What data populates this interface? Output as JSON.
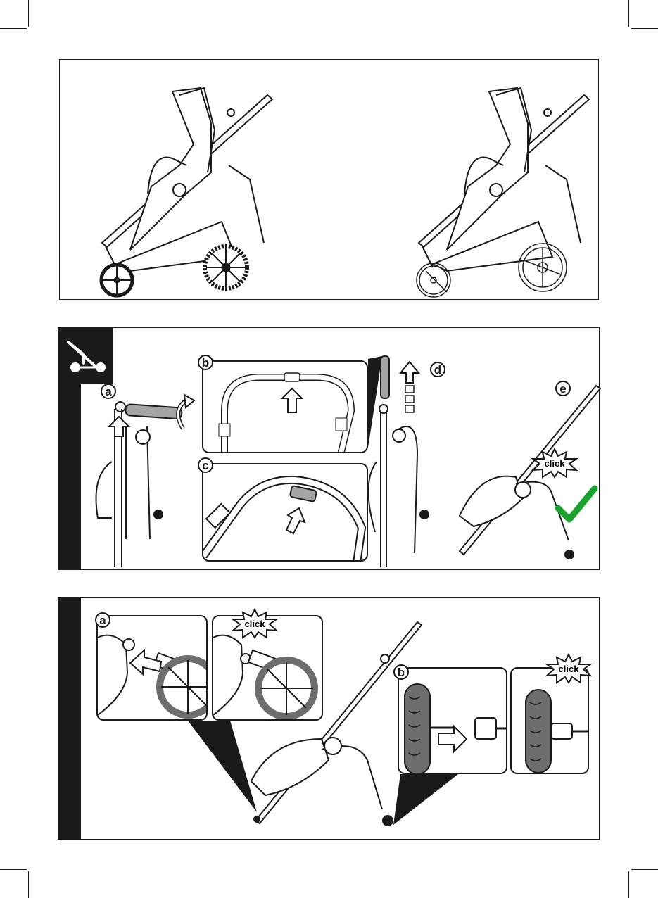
{
  "step2": {
    "badges": {
      "a": "a",
      "b": "b",
      "c": "c",
      "d": "d",
      "e": "e"
    },
    "click_label": "click"
  },
  "step3": {
    "badges": {
      "a": "a",
      "b": "b"
    },
    "click_label": "click"
  },
  "colors": {
    "ink": "#1a1a1a",
    "tick": "#1aa32c",
    "wheel": "#6d6d6d",
    "handle_grey": "#9a9a9a"
  }
}
